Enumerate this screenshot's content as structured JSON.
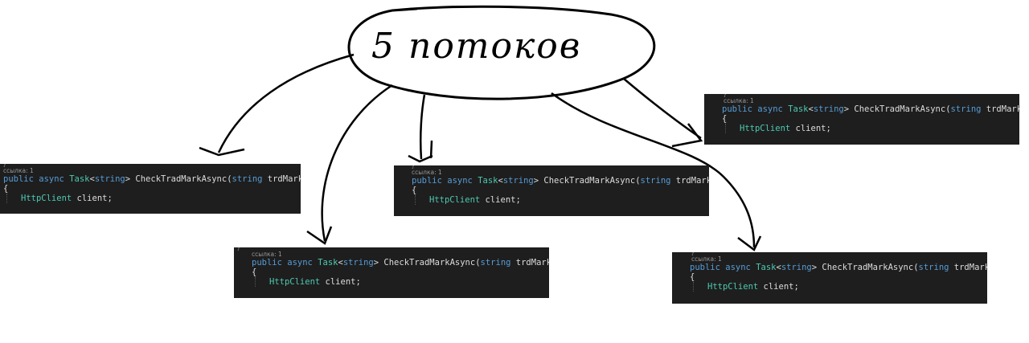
{
  "diagram": {
    "title": "5 потоков",
    "snippet": {
      "top_fragment": "}",
      "refs": "ссылка: 1",
      "sig_public": "public",
      "sig_async": "async",
      "sig_task": "Task",
      "sig_lt": "<",
      "sig_string": "string",
      "sig_gt": ">",
      "sig_method": " CheckTradMarkAsync(",
      "sig_param_type": "string",
      "sig_param_name": " trdMark)",
      "open_brace": "{",
      "field_type": "HttpClient",
      "field_name": " client;"
    }
  }
}
